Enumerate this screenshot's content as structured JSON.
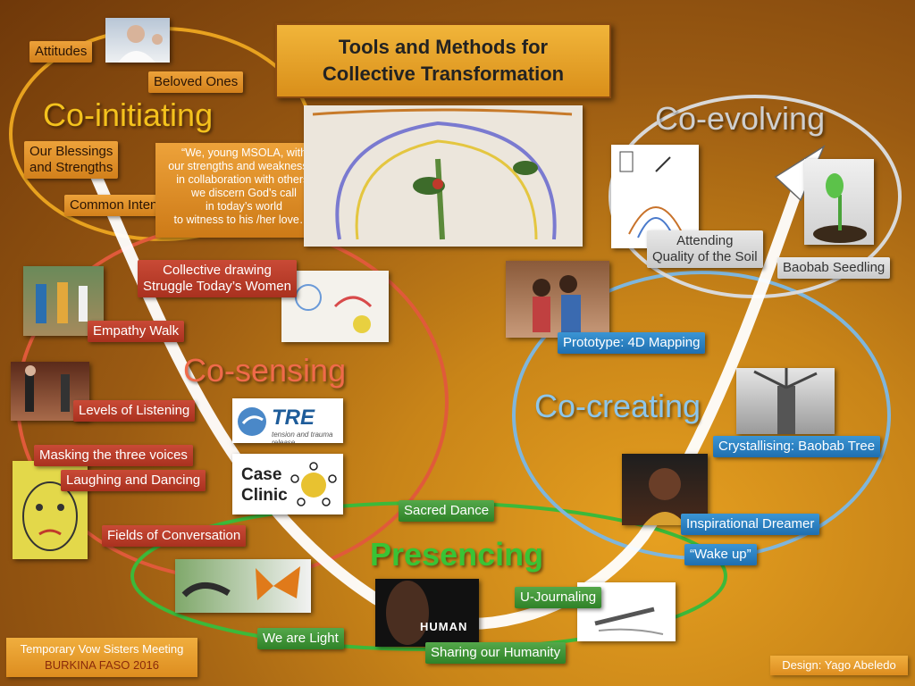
{
  "title": {
    "line1": "Tools and Methods for",
    "line2": "Collective Transformation"
  },
  "phases": {
    "co_initiating": "Co-initiating",
    "co_sensing": "Co-sensing",
    "presencing": "Presencing",
    "co_creating": "Co-creating",
    "co_evolving": "Co-evolving"
  },
  "labels": {
    "attitudes": "Attitudes",
    "beloved_ones": "Beloved Ones",
    "blessings_1": "Our Blessings",
    "blessings_2": "and Strengths",
    "common_intent": "Common Intent",
    "collective_drawing_1": "Collective drawing",
    "collective_drawing_2": "Struggle Today’s Women",
    "empathy_walk": "Empathy Walk",
    "levels_of_listening": "Levels of Listening",
    "masking_voices": "Masking the three voices",
    "laughing_dancing": "Laughing and Dancing",
    "fields_of_conversation": "Fields of Conversation",
    "sacred_dance": "Sacred Dance",
    "we_are_light": "We are Light",
    "sharing_humanity": "Sharing our Humanity",
    "u_journaling": "U-Journaling",
    "prototype_4d": "Prototype: 4D Mapping",
    "crystallising": "Crystallising: Baobab Tree",
    "inspirational_dreamer": "Inspirational Dreamer",
    "wake_up": "“Wake up”",
    "attending_1": "Attending",
    "attending_2": "Quality of the Soil",
    "baobab_seedling": "Baobab Seedling"
  },
  "quote": [
    "“We, young MSOLA, with",
    "our strengths and weaknesses",
    "in collaboration with others,",
    "we discern God’s call",
    "in today’s world",
    "to witness to his /her love…”"
  ],
  "photos": {
    "tre_logo": "TRE",
    "tre_caption": "tension and trauma release",
    "case_clinic_1": "Case",
    "case_clinic_2": "Clinic",
    "human": "HUMAN"
  },
  "footer": {
    "meeting": "Temporary Vow Sisters Meeting",
    "place": "BURKINA FASO 2016",
    "design": "Design: Yago Abeledo"
  },
  "colors": {
    "co_initiating_ring": "#e8a21f",
    "co_sensing_ring": "#e05a3a",
    "presencing_ring": "#3cb93a",
    "co_creating_ring": "#7fb6dc",
    "co_evolving_ring": "#d9d9d9",
    "u_path": "#ffffff"
  }
}
